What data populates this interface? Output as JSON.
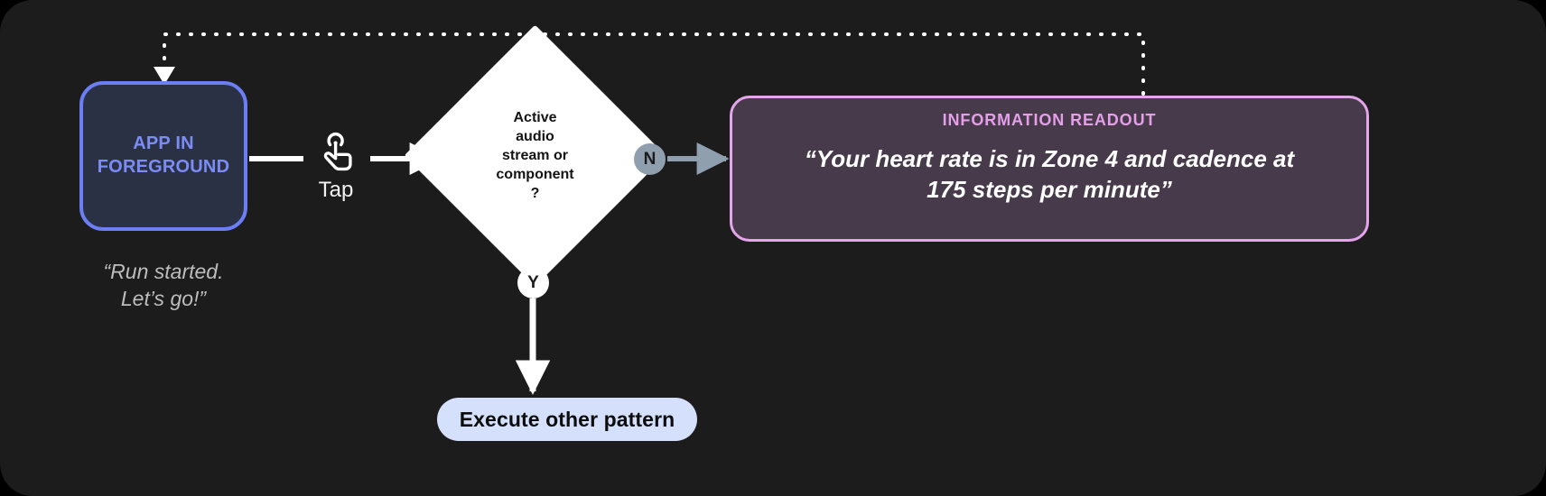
{
  "canvas": {
    "background": "#1c1c1c",
    "page_background": "#000000"
  },
  "nodes": {
    "app_foreground": {
      "label": "APP IN\nFOREGROUND",
      "label_line1": "APP IN",
      "label_line2": "FOREGROUND",
      "fill": "#2b3145",
      "border": "#6c7ef4",
      "text_color": "#7b8cf5"
    },
    "app_caption": {
      "line1": "“Run started.",
      "line2": "Let’s go!”",
      "color": "#bdbdbd"
    },
    "tap": {
      "icon": "tap-gesture-icon",
      "label": "Tap"
    },
    "decision": {
      "line1": "Active",
      "line2": "audio",
      "line3": "stream or",
      "line4": "component",
      "line5": "?",
      "fill": "#ffffff",
      "text_color": "#141414"
    },
    "branch_no": {
      "label": "N",
      "fill": "#8f9fae",
      "text_color": "#1c1c1c"
    },
    "branch_yes": {
      "label": "Y",
      "fill": "#ffffff",
      "text_color": "#1c1c1c"
    },
    "readout": {
      "title": "INFORMATION READOUT",
      "body_line1": "“Your heart rate is in Zone 4 and cadence at",
      "body_line2": "175 steps per minute”",
      "fill": "#473a4b",
      "border": "#e4a5ea",
      "title_color": "#e59fe9",
      "body_color": "#ffffff"
    },
    "execute_pill": {
      "label": "Execute other pattern",
      "fill": "#d4e0fc",
      "text_color": "#0d0d0d"
    }
  },
  "connectors": {
    "app_to_tap": {
      "name": "solid-line",
      "color": "#ffffff"
    },
    "tap_to_decision": {
      "name": "solid-arrow",
      "color": "#ffffff"
    },
    "decision_to_no": {
      "name": "solid-arrow",
      "color": "#ffffff"
    },
    "no_to_readout": {
      "name": "solid-arrow",
      "color": "#8f9fae"
    },
    "decision_to_yes": {
      "name": "solid-line",
      "color": "#ffffff"
    },
    "yes_to_pill": {
      "name": "solid-arrow",
      "color": "#ffffff"
    },
    "readout_feedback": {
      "name": "dotted-feedback-arrow",
      "color": "#ffffff"
    }
  }
}
